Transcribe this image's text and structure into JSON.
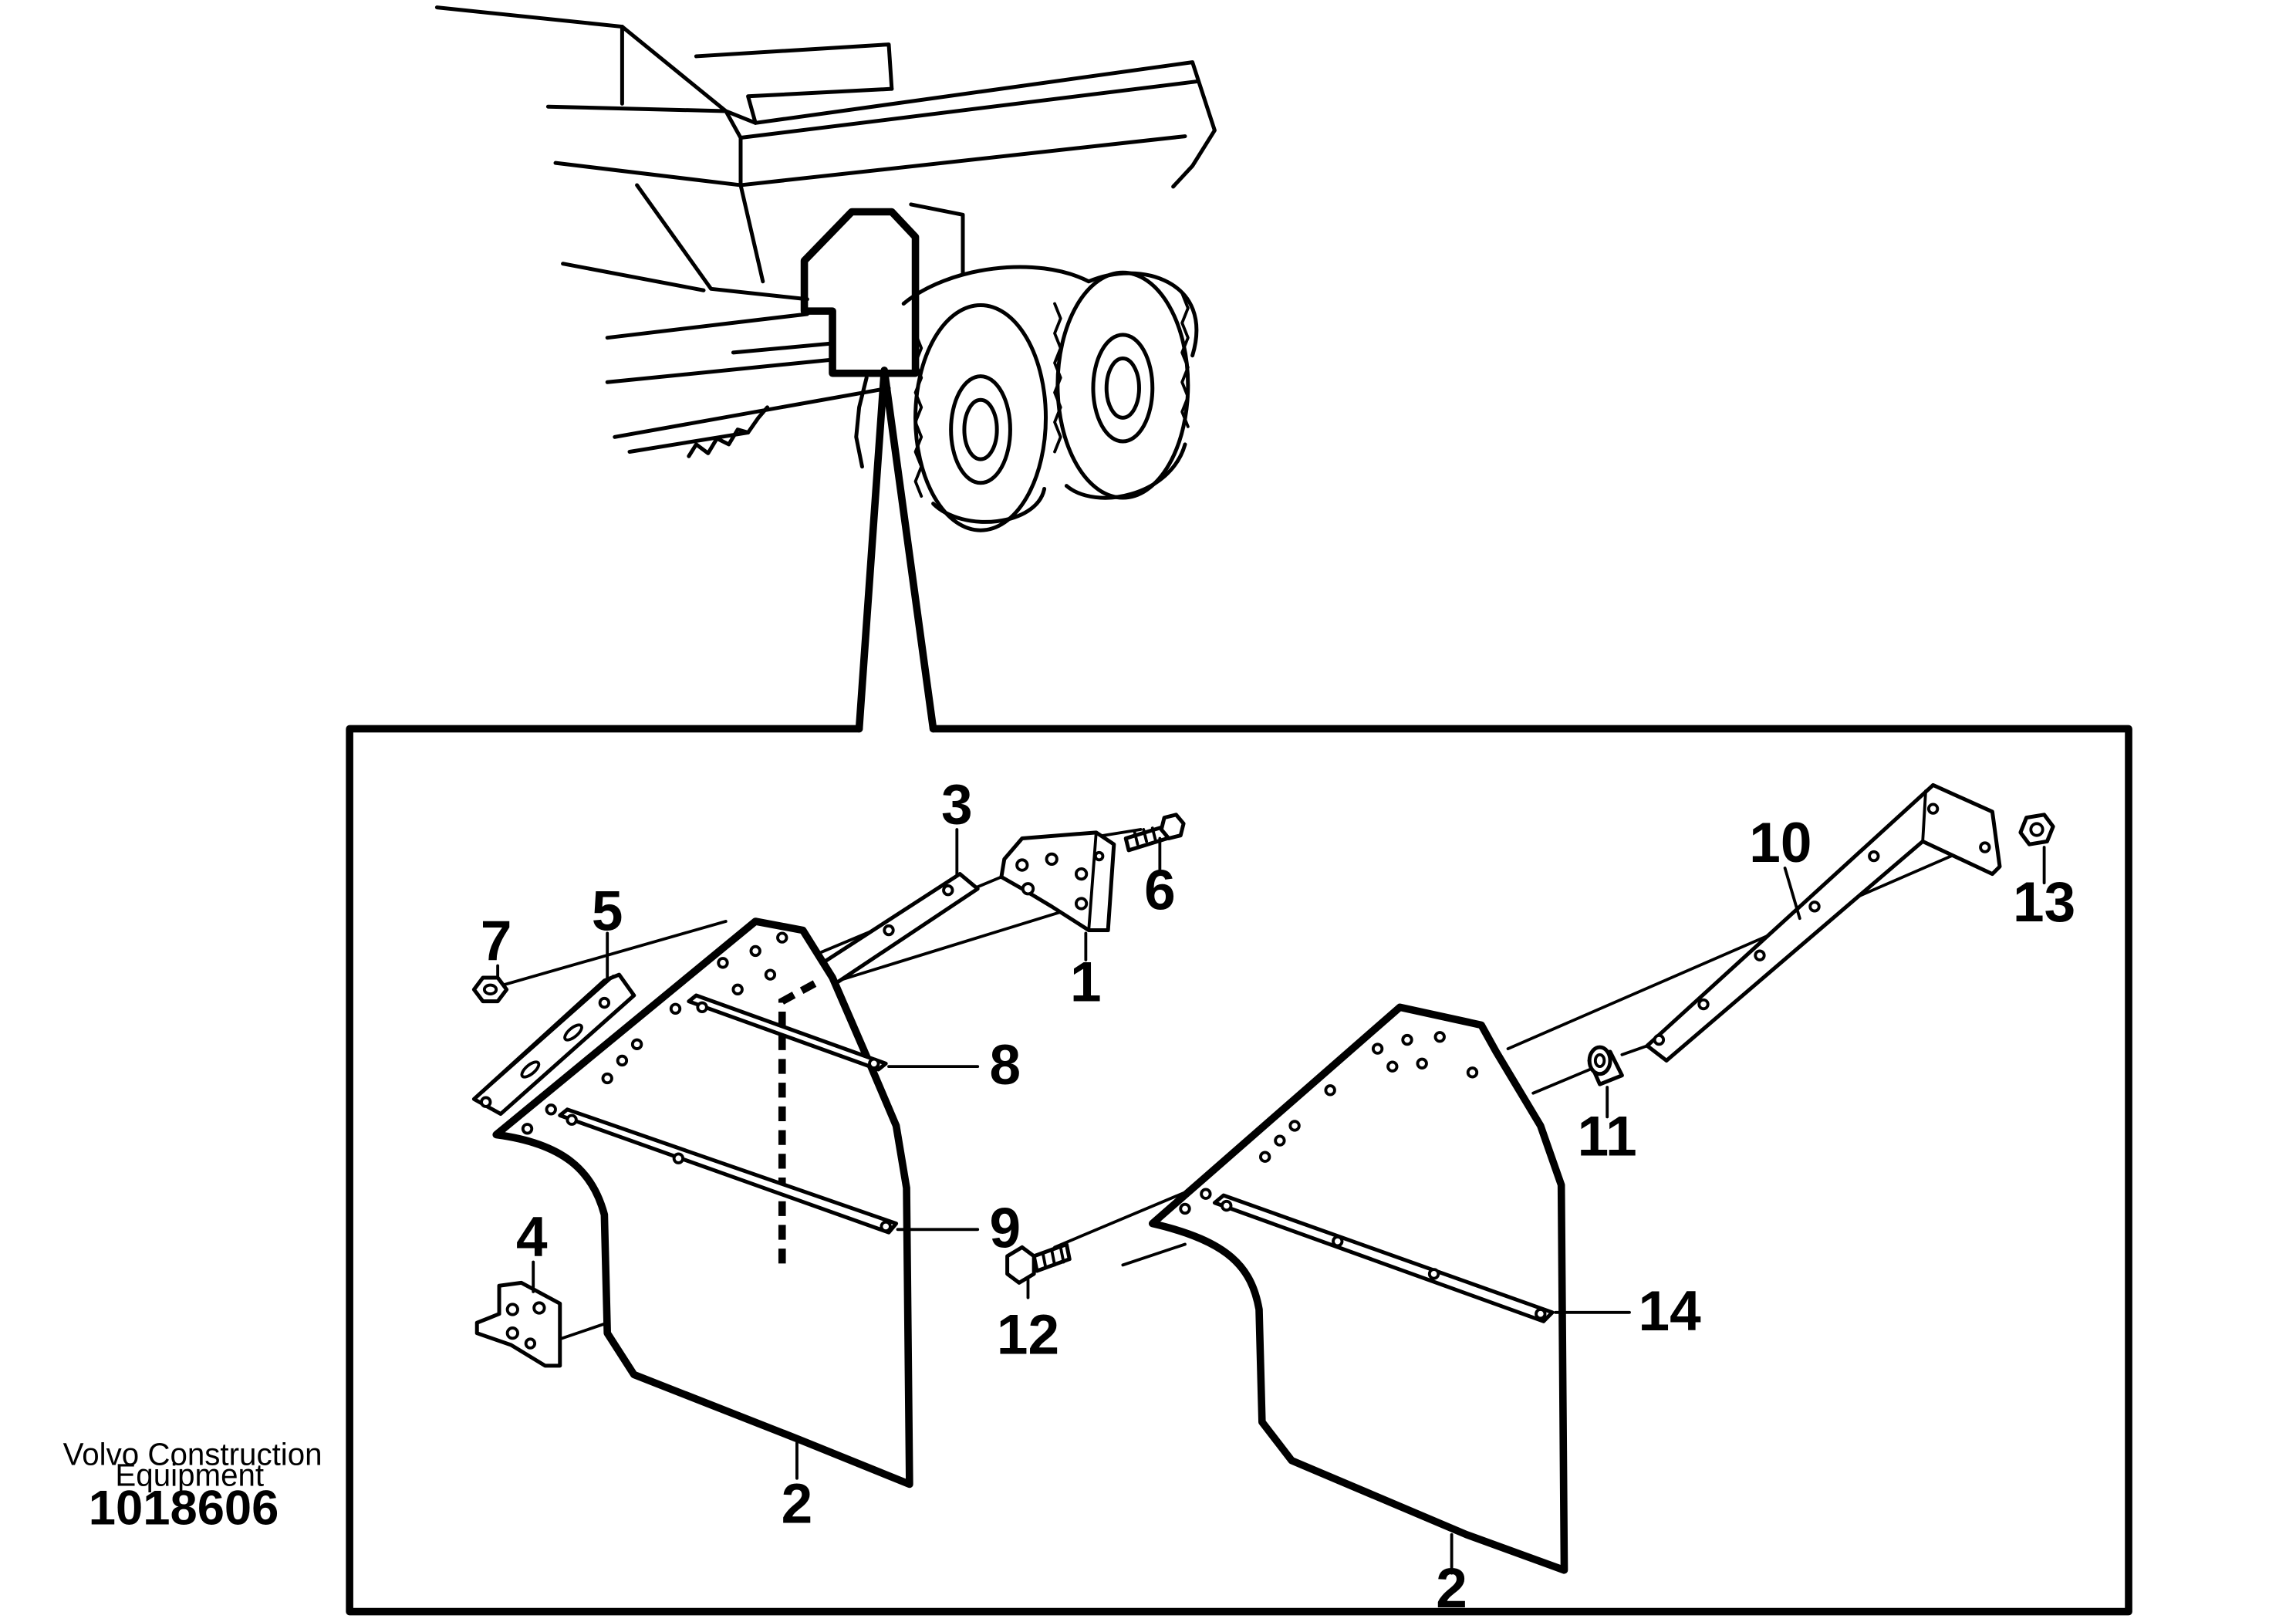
{
  "caption": {
    "line1": "Volvo Construction",
    "line2": "Equipment",
    "document_number": "1018606"
  },
  "callouts": {
    "c1": "1",
    "c2a": "2",
    "c2b": "2",
    "c3": "3",
    "c4": "4",
    "c5": "5",
    "c6": "6",
    "c7": "7",
    "c8": "8",
    "c9": "9",
    "c10": "10",
    "c11": "11",
    "c12": "12",
    "c13": "13",
    "c14": "14"
  },
  "colors": {
    "line": "#000000",
    "background": "#ffffff"
  }
}
